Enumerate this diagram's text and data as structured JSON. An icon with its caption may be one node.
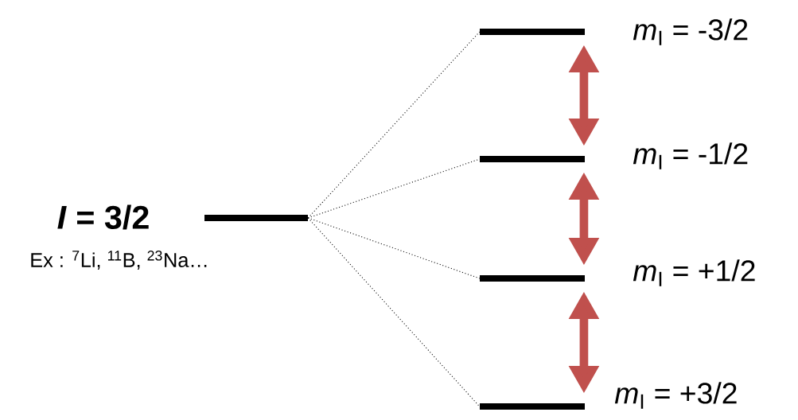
{
  "diagram": {
    "nodes": [
      {
        "text": [],
        "shape": "bar",
        "beside": [
          "*I* = 3/2",
          "Ex : $^{7}$Li, $^{11}$B, $^{23}$Na…"
        ]
      },
      {
        "text": [],
        "shape": "bar",
        "beside": [
          "*m*$_{I}$ = -3/2"
        ]
      },
      {
        "text": [],
        "shape": "bar",
        "beside": [
          "*m*$_{I}$ = -1/2"
        ]
      },
      {
        "text": [],
        "shape": "bar",
        "beside": [
          "*m*$_{I}$ = +1/2"
        ]
      },
      {
        "text": [],
        "shape": "bar",
        "beside": [
          "*m*$_{I}$ = +3/2"
        ]
      }
    ],
    "edges": [
      {
        "from": 0,
        "to": 1,
        "arrow": "none",
        "style": "dashed"
      },
      {
        "from": 0,
        "to": 2,
        "arrow": "none",
        "style": "dashed"
      },
      {
        "from": 0,
        "to": 3,
        "arrow": "none",
        "style": "dashed"
      },
      {
        "from": 0,
        "to": 4,
        "arrow": "none",
        "style": "dashed"
      },
      {
        "from": 1,
        "to": 2,
        "arrow": "both",
        "style": "thick",
        "color": "#c0504d"
      },
      {
        "from": 2,
        "to": 3,
        "arrow": "both",
        "style": "thick",
        "color": "#c0504d"
      },
      {
        "from": 3,
        "to": 4,
        "arrow": "both",
        "style": "thick",
        "color": "#c0504d"
      }
    ]
  }
}
